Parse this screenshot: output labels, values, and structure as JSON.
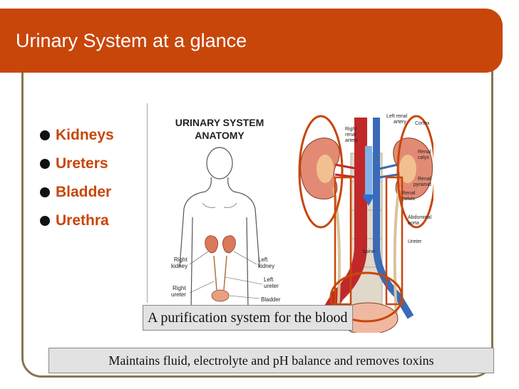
{
  "slide": {
    "title": "Urinary System at a glance",
    "accent_color": "#c8460a",
    "border_color": "#8a7550"
  },
  "bullets": [
    {
      "label": "Kidneys"
    },
    {
      "label": "Ureters"
    },
    {
      "label": "Bladder"
    },
    {
      "label": "Urethra"
    }
  ],
  "figure": {
    "heading_line1": "URINARY SYSTEM",
    "heading_line2": "ANATOMY",
    "body_labels": {
      "right_kidney_1": "Right",
      "right_kidney_2": "kidney",
      "left_kidney_1": "Left",
      "left_kidney_2": "kidney",
      "right_ureter_1": "Right",
      "right_ureter_2": "ureter",
      "left_ureter_1": "Left",
      "left_ureter_2": "ureter",
      "bladder": "Bladder"
    },
    "detail_labels": {
      "right_renal_artery_1": "Right",
      "right_renal_artery_2": "renal",
      "right_renal_artery_3": "artery",
      "left_renal_artery_1": "Left renal",
      "left_renal_artery_2": "artery",
      "cortex": "Cortex",
      "renal_calyx_1": "Renal",
      "renal_calyx_2": "calyx",
      "renal_pyramid_1": "Renal",
      "renal_pyramid_2": "pyramid",
      "renal_pelvis_1": "Renal",
      "renal_pelvis_2": "pelvis",
      "abdominal_aorta_1": "Abdominal",
      "abdominal_aorta_2": "aorta",
      "ureter": "Ureter",
      "spine": "Spine"
    }
  },
  "captions": {
    "purification": "A purification system for the blood",
    "balance": "Maintains fluid, electrolyte and pH balance and removes toxins"
  }
}
